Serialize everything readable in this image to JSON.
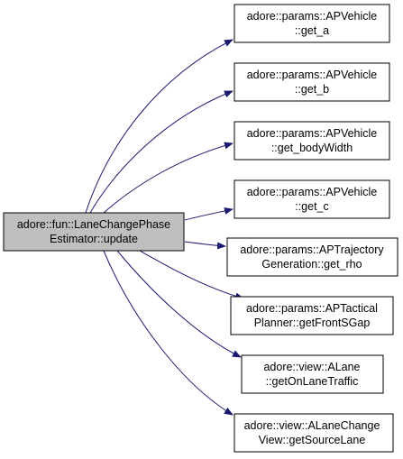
{
  "source": {
    "line1": "adore::fun::LaneChangePhase",
    "line2": "Estimator::update"
  },
  "callees": [
    {
      "line1": "adore::params::APVehicle",
      "line2": "::get_a"
    },
    {
      "line1": "adore::params::APVehicle",
      "line2": "::get_b"
    },
    {
      "line1": "adore::params::APVehicle",
      "line2": "::get_bodyWidth"
    },
    {
      "line1": "adore::params::APVehicle",
      "line2": "::get_c"
    },
    {
      "line1": "adore::params::APTrajectory",
      "line2": "Generation::get_rho"
    },
    {
      "line1": "adore::params::APTactical",
      "line2": "Planner::getFrontSGap"
    },
    {
      "line1": "adore::view::ALane",
      "line2": "::getOnLaneTraffic"
    },
    {
      "line1": "adore::view::ALaneChange",
      "line2": "View::getSourceLane"
    }
  ],
  "colors": {
    "source_fill": "#bfbfbf",
    "node_fill": "#ffffff",
    "border": "#000000",
    "edge": "#191970"
  }
}
